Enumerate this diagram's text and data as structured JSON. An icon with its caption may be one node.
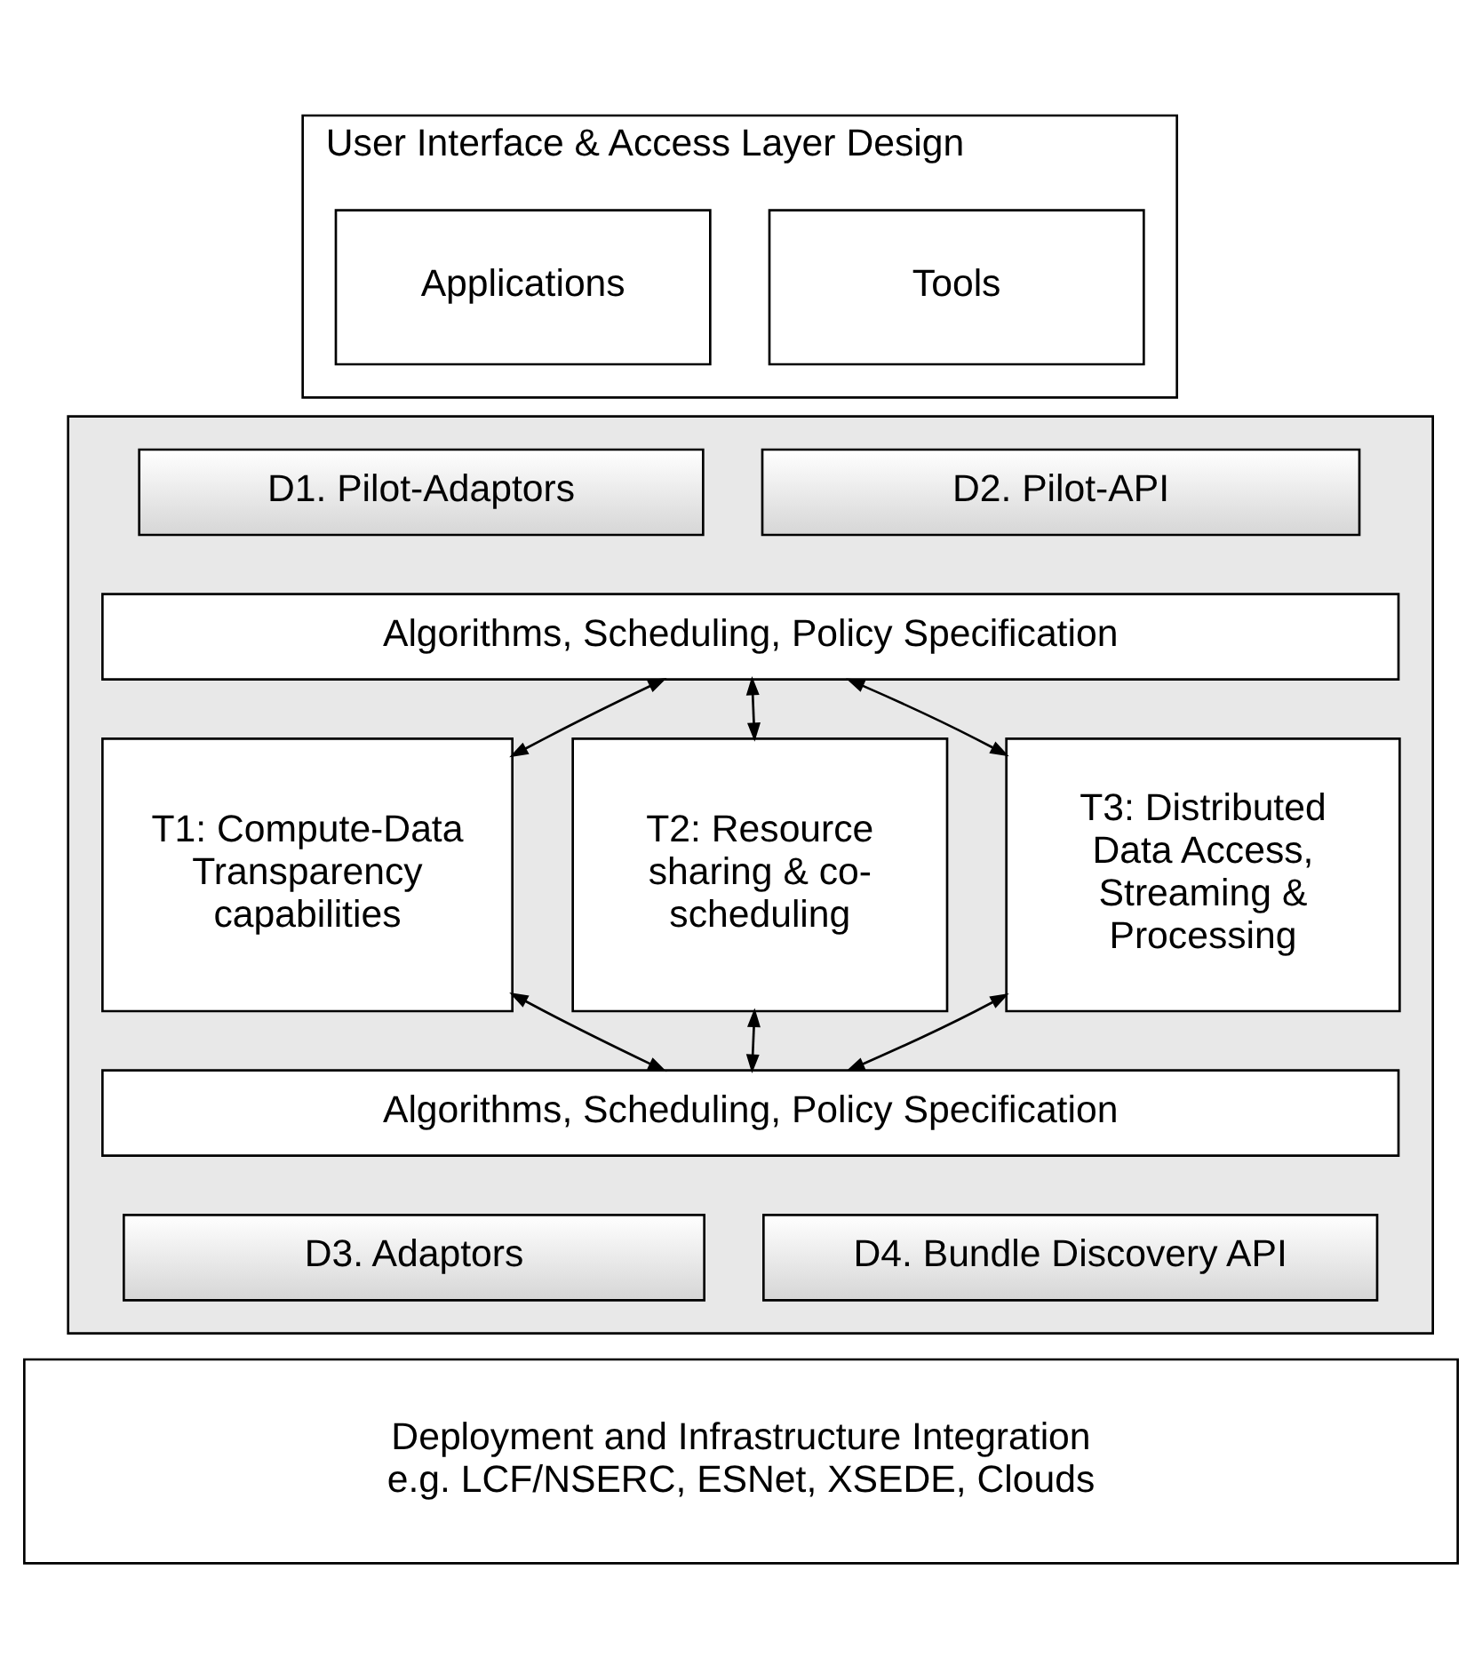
{
  "diagram": {
    "nodes": [
      {
        "text": [
          "User Interface & Access Layer Design"
        ]
      },
      {
        "text": [
          "Applications"
        ],
        "in": 0
      },
      {
        "text": [
          "Tools"
        ],
        "in": 0
      },
      {
        "text": [],
        "shape": "box"
      },
      {
        "text": [
          "D1. Pilot-Adaptors"
        ],
        "in": 3
      },
      {
        "text": [
          "D2. Pilot-API"
        ],
        "in": 3
      },
      {
        "text": [
          "Algorithms, Scheduling, Policy Specification"
        ],
        "in": 3
      },
      {
        "text": [
          "T1: Compute-Data Transparency capabilities"
        ],
        "in": 3
      },
      {
        "text": [
          "T2: Resource sharing & co-scheduling"
        ],
        "in": 3
      },
      {
        "text": [
          "T3: Distributed Data Access, Streaming & Processing"
        ],
        "in": 3
      },
      {
        "text": [
          "Algorithms, Scheduling, Policy Specification"
        ],
        "in": 3
      },
      {
        "text": [
          "D3. Adaptors"
        ],
        "in": 3
      },
      {
        "text": [
          "D4. Bundle Discovery API"
        ],
        "in": 3
      },
      {
        "text": [
          "Deployment and Infrastructure Integration",
          "e.g. LCF/NSERC, ESNet, XSEDE, Clouds"
        ]
      }
    ],
    "edges": [
      {
        "from": 6,
        "to": 7,
        "arrow": "both"
      },
      {
        "from": 6,
        "to": 8,
        "arrow": "both"
      },
      {
        "from": 6,
        "to": 9,
        "arrow": "both"
      },
      {
        "from": 7,
        "to": 10,
        "arrow": "both"
      },
      {
        "from": 8,
        "to": 10,
        "arrow": "both"
      },
      {
        "from": 9,
        "to": 10,
        "arrow": "both"
      }
    ]
  }
}
